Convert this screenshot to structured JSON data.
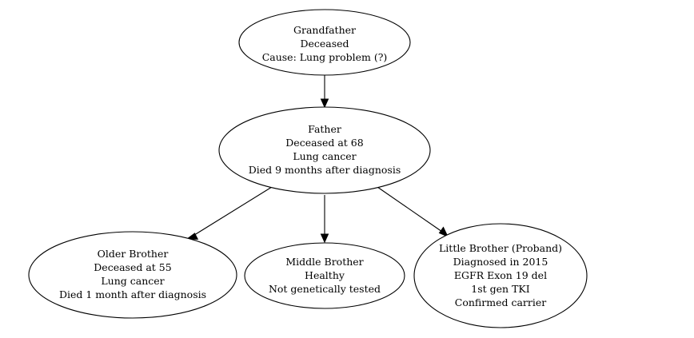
{
  "diagram": {
    "nodes": {
      "grandfather": {
        "lines": [
          "Grandfather",
          "Deceased",
          "Cause: Lung problem (?)"
        ]
      },
      "father": {
        "lines": [
          "Father",
          "Deceased at 68",
          "Lung cancer",
          "Died 9 months after diagnosis"
        ]
      },
      "older_brother": {
        "lines": [
          "Older Brother",
          "Deceased at 55",
          "Lung cancer",
          "Died 1 month after diagnosis"
        ]
      },
      "middle_brother": {
        "lines": [
          "Middle Brother",
          "Healthy",
          "Not genetically tested"
        ]
      },
      "little_brother": {
        "lines": [
          "Little Brother (Proband)",
          "Diagnosed in 2015",
          "EGFR Exon 19 del",
          "1st gen TKI",
          "Confirmed carrier"
        ]
      }
    },
    "edges": [
      {
        "from": "grandfather",
        "to": "father"
      },
      {
        "from": "father",
        "to": "older_brother"
      },
      {
        "from": "father",
        "to": "middle_brother"
      },
      {
        "from": "father",
        "to": "little_brother"
      }
    ]
  }
}
